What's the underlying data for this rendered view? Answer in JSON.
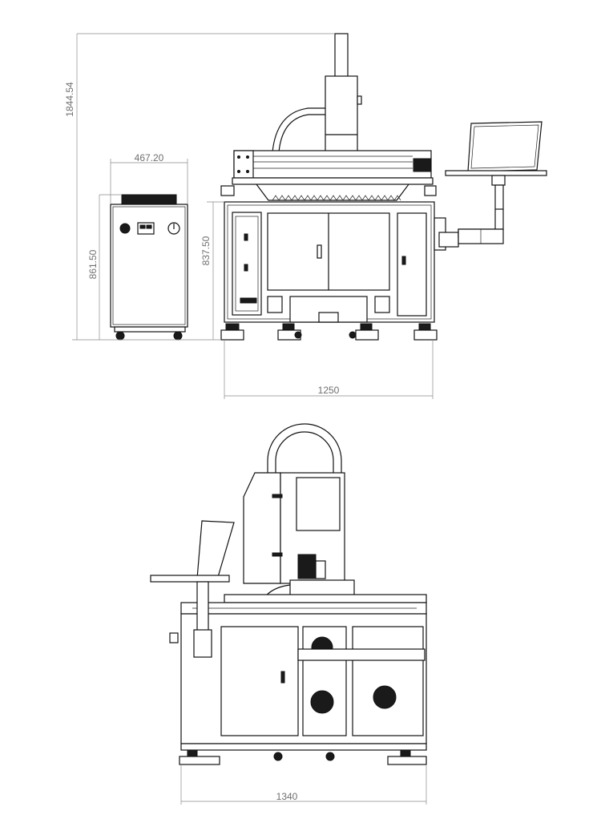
{
  "dimensions": {
    "total_height": "1844.54",
    "cabinet_width": "467.20",
    "cabinet_height": "861.50",
    "table_height": "837.50",
    "front_width": "1250",
    "side_width": "1340"
  }
}
